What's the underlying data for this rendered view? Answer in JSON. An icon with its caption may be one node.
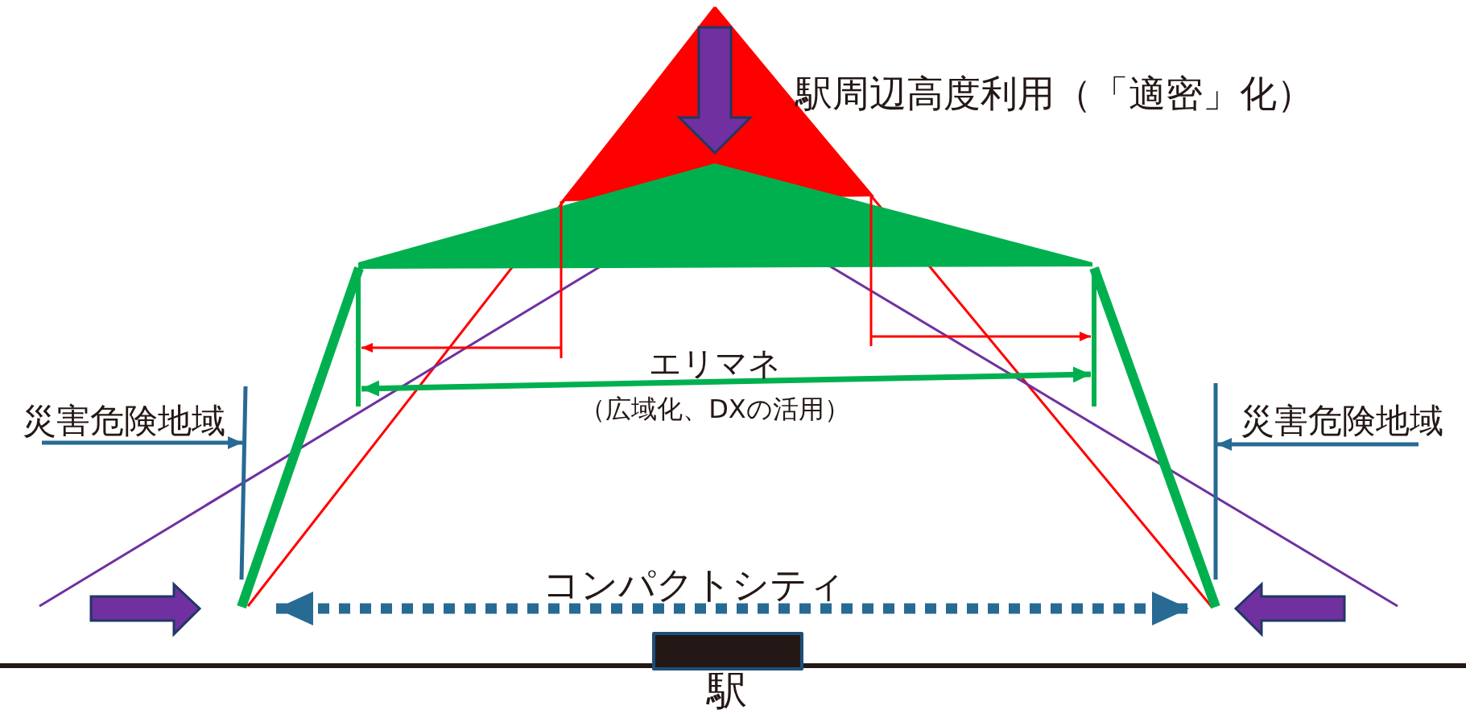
{
  "diagram": {
    "nodes": [
      {
        "text": [
          "駅"
        ]
      }
    ],
    "labels": [
      "駅周辺高度利用（「適密」化）",
      "エリマネ",
      "（広域化、DXの活用）",
      "災害危険地域",
      "災害危険地域",
      "コンパクトシティ"
    ]
  }
}
